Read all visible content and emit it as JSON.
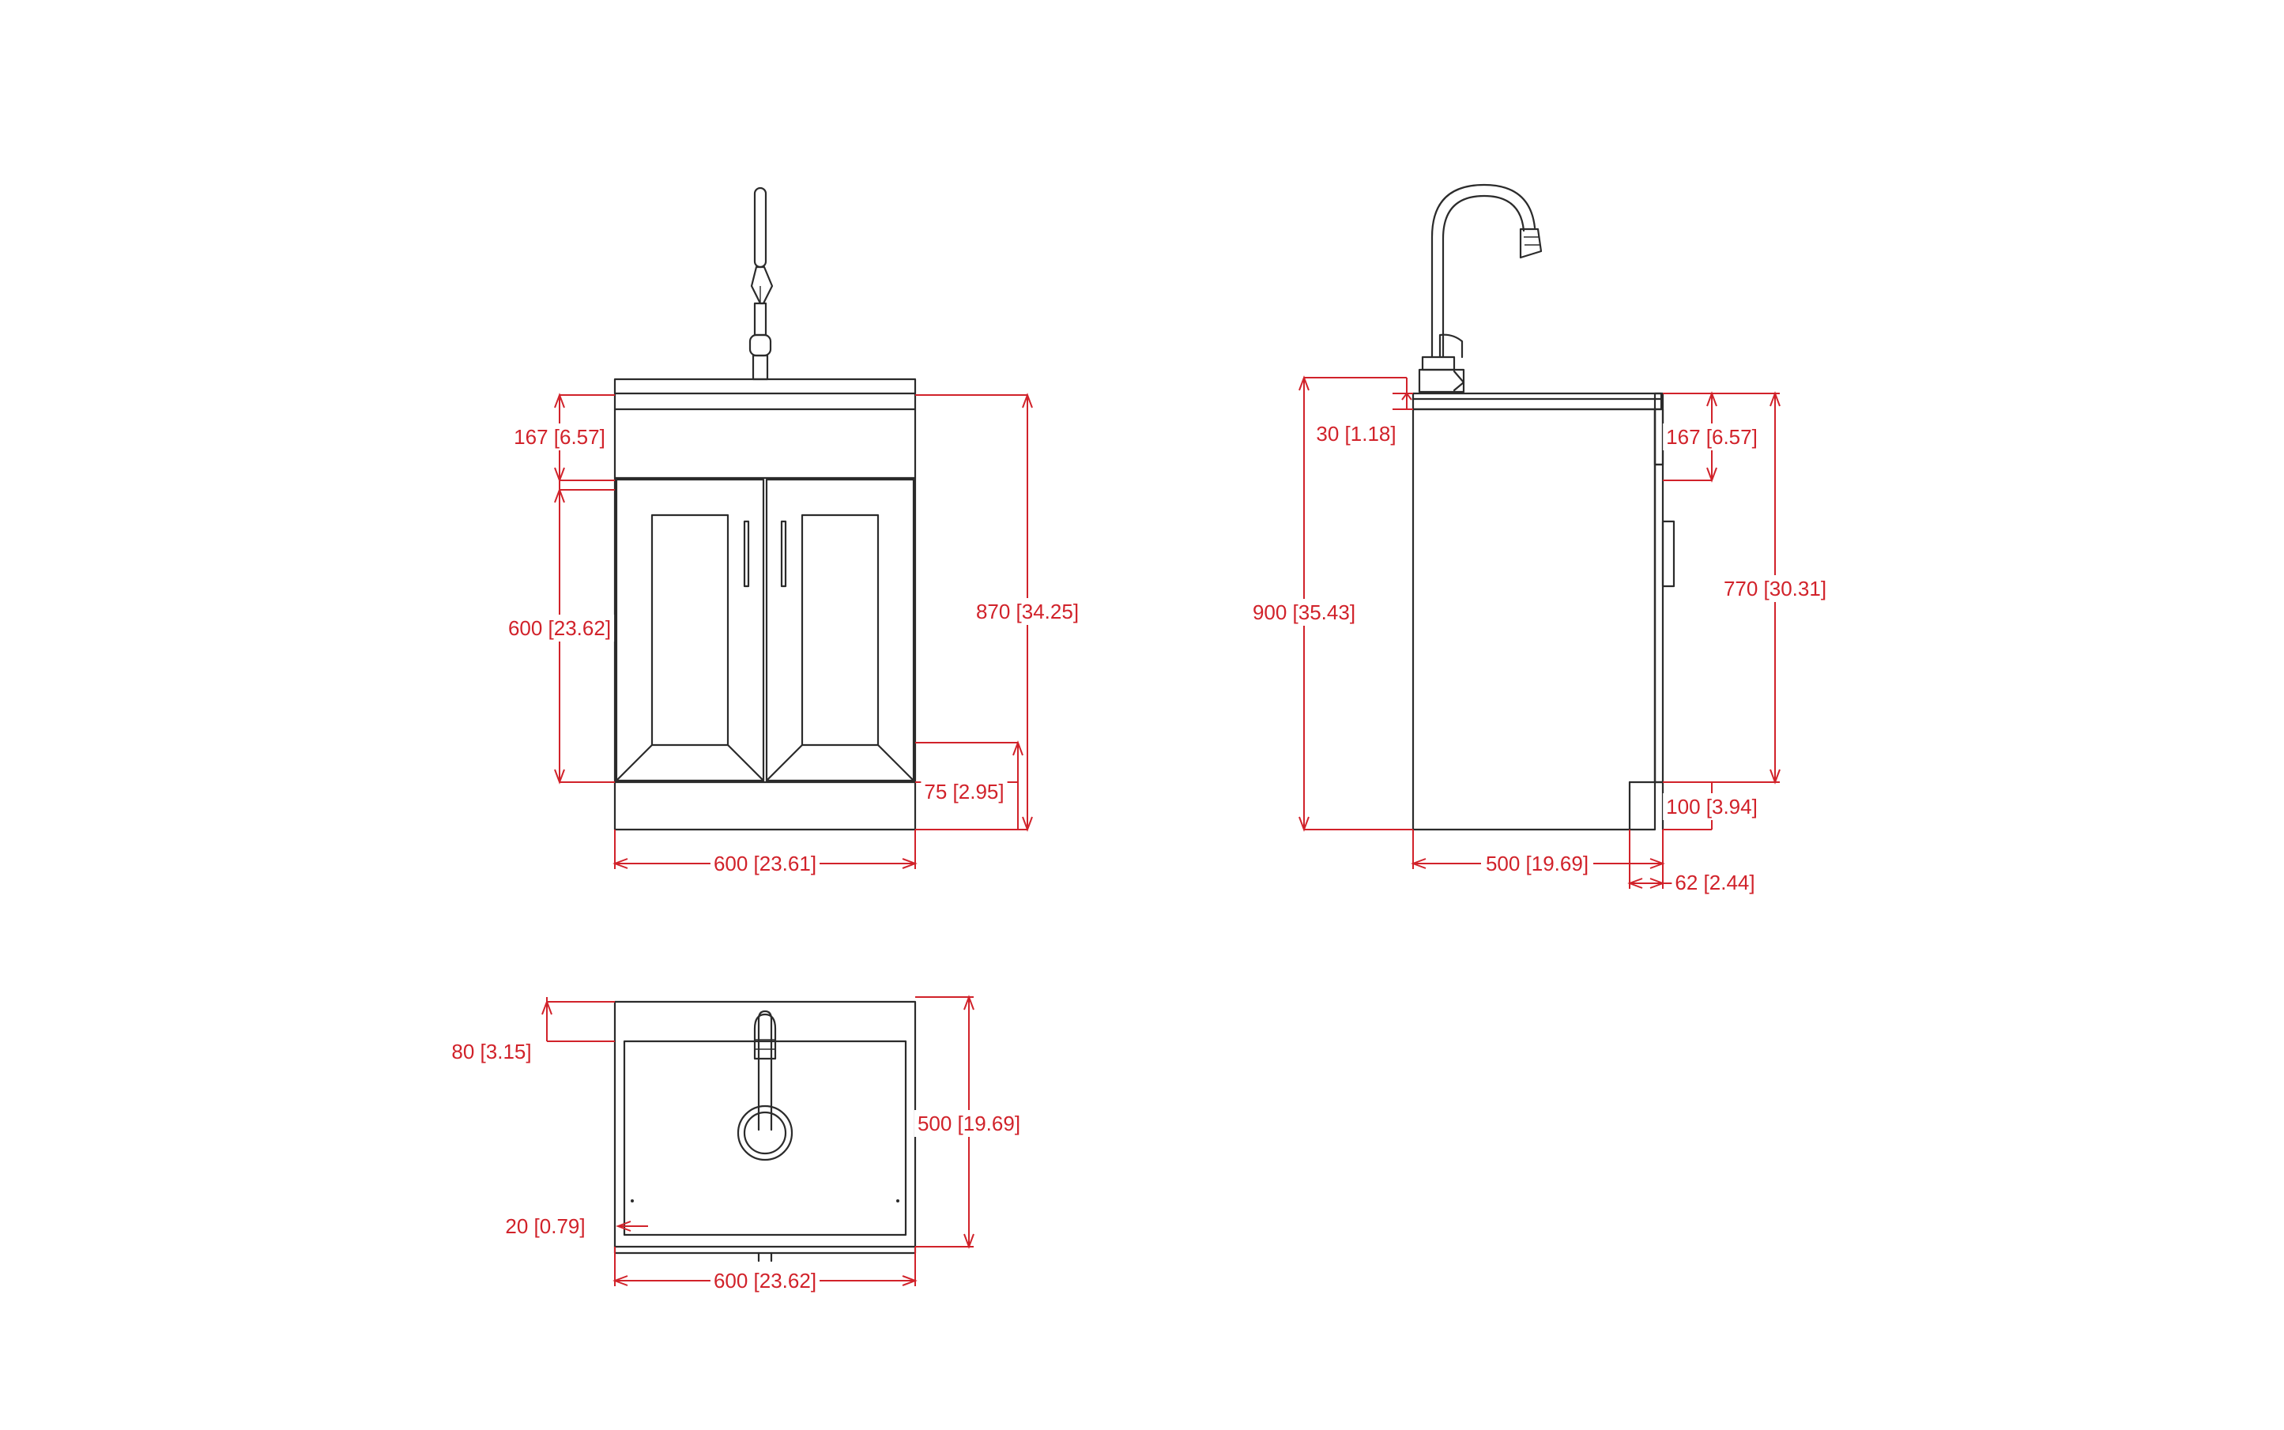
{
  "colors": {
    "dimension": "#d1222a",
    "outline": "#2b2b2b",
    "background": "#ffffff"
  },
  "front_view": {
    "dim_top_panel": "167 [6.57]",
    "dim_door_height": "600 [23.62]",
    "dim_total_height": "870 [34.25]",
    "dim_plinth": "75 [2.95]",
    "dim_width": "600 [23.61]"
  },
  "side_view": {
    "dim_worktop": "30 [1.18]",
    "dim_total_height": "900 [35.43]",
    "dim_top_panel": "167 [6.57]",
    "dim_body_height": "770 [30.31]",
    "dim_kick_height": "100 [3.94]",
    "dim_depth": "500 [19.69]",
    "dim_kick_depth": "62 [2.44]"
  },
  "top_view": {
    "dim_back_edge": "80 [3.15]",
    "dim_depth": "500 [19.69]",
    "dim_front_edge": "20 [0.79]",
    "dim_width": "600 [23.62]"
  }
}
